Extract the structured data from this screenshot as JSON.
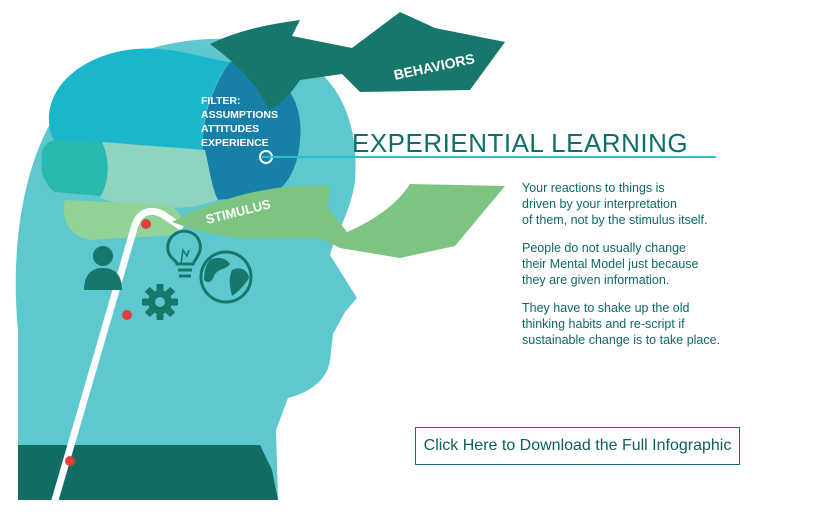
{
  "diagram": {
    "labels": {
      "filter_lines": [
        "FILTER:",
        "ASSUMPTIONS",
        "ATTITUDES",
        "EXPERIENCE"
      ],
      "behaviors": "BEHAVIORS",
      "stimulus": "STIMULUS"
    },
    "icons": [
      "person-icon",
      "lightbulb-icon",
      "gear-icon",
      "globe-icon"
    ],
    "colors": {
      "head": "#5ec8cf",
      "dark_teal": "#136c62",
      "brain_blue": "#1bb6cc",
      "brain_dark_blue": "#177fa8",
      "brain_teal": "#28b9ae",
      "brain_pale": "#8fd4c0",
      "brain_green": "#93d398",
      "stimulus_green": "#7cc47f",
      "behaviors_teal": "#17776b",
      "red_dot": "#e2403a"
    }
  },
  "content": {
    "title": "EXPERIENTIAL LEARNING",
    "paragraphs": [
      "Your reactions to things is\ndriven by your interpretation\nof them, not by the stimulus itself.",
      "People do not usually change\ntheir Mental Model just because\nthey are given information.",
      "They have to shake up the old\nthinking habits and re-script if\nsustainable change is to take place."
    ],
    "cta_label": "Click Here to Download the Full Infographic"
  }
}
